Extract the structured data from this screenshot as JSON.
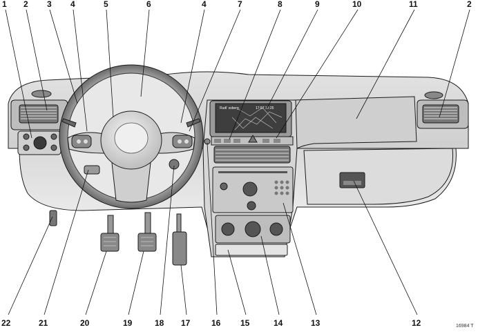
{
  "image_ref": "16984 T",
  "screen": {
    "line1": "Rudi' ssberg",
    "line2": "17:57 12:25"
  },
  "callouts": [
    {
      "label": "1"
    },
    {
      "label": "2"
    },
    {
      "label": "3"
    },
    {
      "label": "4"
    },
    {
      "label": "5"
    },
    {
      "label": "6"
    },
    {
      "label": "4"
    },
    {
      "label": "7"
    },
    {
      "label": "8"
    },
    {
      "label": "9"
    },
    {
      "label": "10"
    },
    {
      "label": "11"
    },
    {
      "label": "2"
    },
    {
      "label": "22"
    },
    {
      "label": "21"
    },
    {
      "label": "20"
    },
    {
      "label": "19"
    },
    {
      "label": "18"
    },
    {
      "label": "17"
    },
    {
      "label": "16"
    },
    {
      "label": "15"
    },
    {
      "label": "14"
    },
    {
      "label": "13"
    },
    {
      "label": "12"
    }
  ],
  "colors": {
    "panel_light": "#e6e6e6",
    "panel_mid": "#c8c8c8",
    "panel_dark": "#9a9a9a",
    "outline": "#1a1a1a"
  }
}
